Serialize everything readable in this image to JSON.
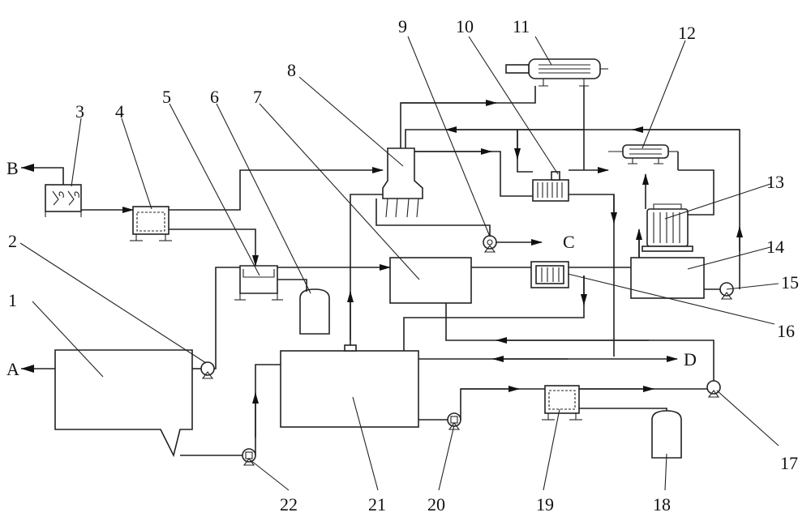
{
  "labels": {
    "n1": "1",
    "n2": "2",
    "n3": "3",
    "n4": "4",
    "n5": "5",
    "n6": "6",
    "n7": "7",
    "n8": "8",
    "n9": "9",
    "n10": "10",
    "n11": "11",
    "n12": "12",
    "n13": "13",
    "n14": "14",
    "n15": "15",
    "n16": "16",
    "n17": "17",
    "n18": "18",
    "n19": "19",
    "n20": "20",
    "n21": "21",
    "n22": "22"
  },
  "streams": {
    "a": "A",
    "b": "B",
    "c": "C",
    "d": "D"
  }
}
